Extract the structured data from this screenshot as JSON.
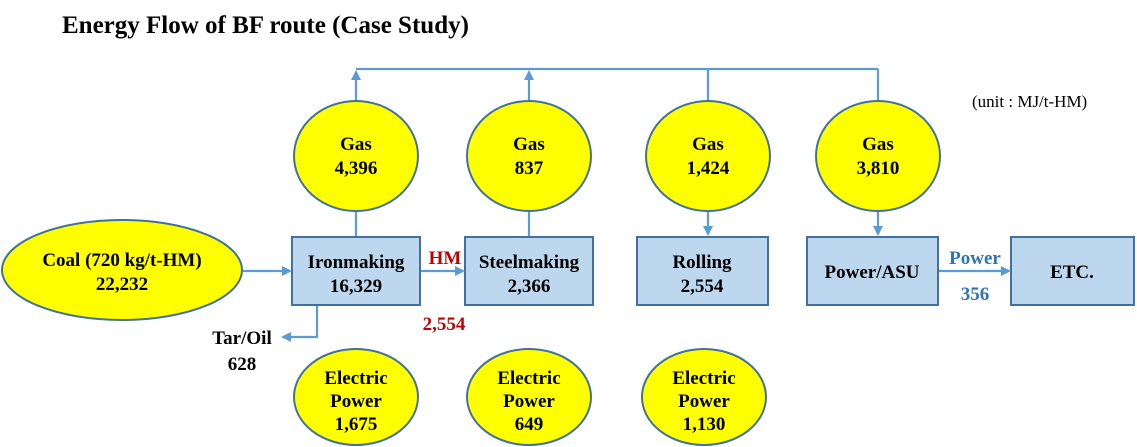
{
  "title": "Energy  Flow of BF route (Case Study)",
  "unit_note": "(unit : MJ/t-HM)",
  "input": {
    "label": "Coal (720 kg/t-HM)",
    "value": "22,232"
  },
  "processes": [
    {
      "id": "ironmaking",
      "label": "Ironmaking",
      "value": "16,329"
    },
    {
      "id": "steelmaking",
      "label": "Steelmaking",
      "value": "2,366"
    },
    {
      "id": "rolling",
      "label": "Rolling",
      "value": "2,554"
    },
    {
      "id": "power-asu",
      "label": "Power/ASU",
      "value": ""
    },
    {
      "id": "etc",
      "label": "ETC.",
      "value": ""
    }
  ],
  "gas": [
    {
      "label": "Gas",
      "value": "4,396",
      "direction": "out"
    },
    {
      "label": "Gas",
      "value": "837",
      "direction": "out"
    },
    {
      "label": "Gas",
      "value": "1,424",
      "direction": "in"
    },
    {
      "label": "Gas",
      "value": "3,810",
      "direction": "in"
    }
  ],
  "electric_power": [
    {
      "line1": "Electric",
      "line2": "Power",
      "value": "1,675"
    },
    {
      "line1": "Electric",
      "line2": "Power",
      "value": "649"
    },
    {
      "line1": "Electric",
      "line2": "Power",
      "value": "1,130"
    }
  ],
  "flows": {
    "hm": {
      "label": "HM",
      "value": "2,554"
    },
    "tar_oil": {
      "label": "Tar/Oil",
      "value": "628"
    },
    "power": {
      "label": "Power",
      "value": "356"
    }
  },
  "colors": {
    "ellipse_fill": "#ffff00",
    "box_fill": "#bdd7ee",
    "line": "#5b9bd5",
    "hm_text": "#c00000",
    "power_text": "#2e75b6"
  }
}
